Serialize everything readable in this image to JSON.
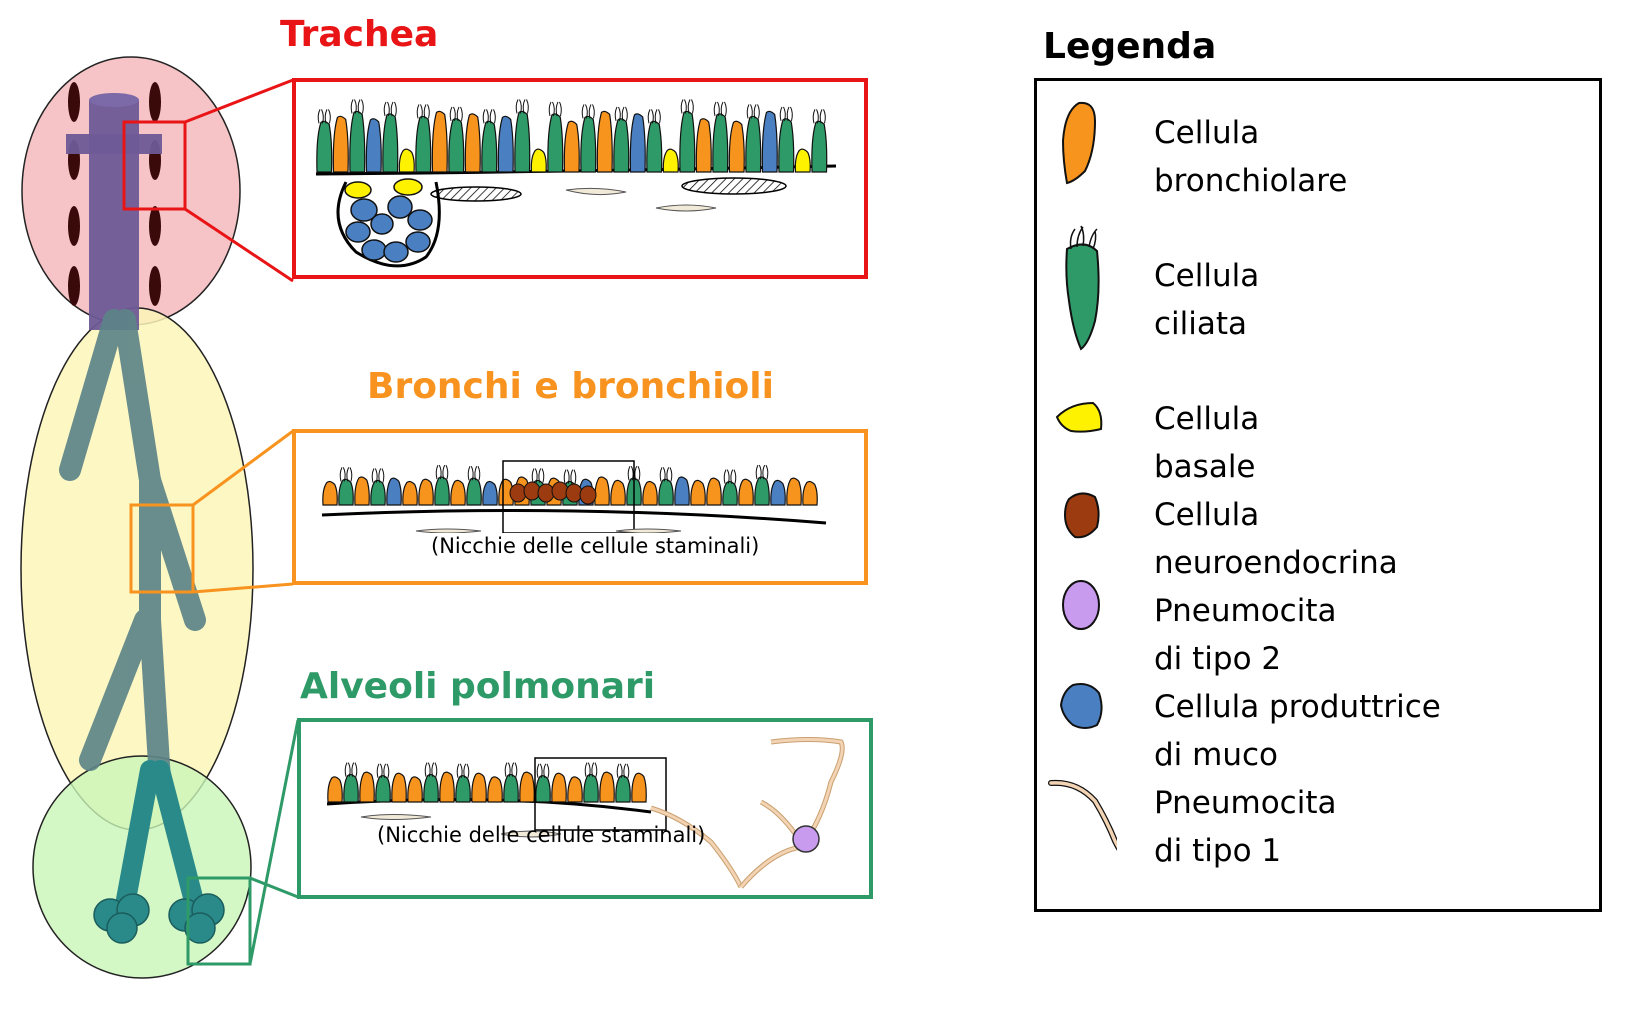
{
  "colors": {
    "trachea": "#e81416",
    "bronchi": "#f7931e",
    "alveoli": "#2e9a68",
    "bronchiolar_cell": "#f7941d",
    "ciliated_cell": "#2e9a68",
    "basal_cell": "#fef200",
    "neuroendocrine_cell": "#9b3b0f",
    "type2_pneumocyte": "#c89bef",
    "mucus_cell": "#4a7fc1",
    "type1_pneumocyte": "#f2d3b3"
  },
  "sections": {
    "trachea": {
      "title": "Trachea"
    },
    "bronchi": {
      "title": "Bronchi e bronchioli",
      "caption": "(Nicchie delle cellule staminali)"
    },
    "alveoli": {
      "title": "Alveoli polmonari",
      "caption": "(Nicchie delle cellule staminali)"
    }
  },
  "legend": {
    "title": "Legenda",
    "items": [
      {
        "icon": "bronchiolar-cell-icon",
        "label": "Cellula\nbronchiolare"
      },
      {
        "icon": "ciliated-cell-icon",
        "label": "Cellula\nciliata"
      },
      {
        "icon": "basal-cell-icon",
        "label": "Cellula\nbasale"
      },
      {
        "icon": "neuroendocrine-cell-icon",
        "label": "Cellula\nneuroendocrina"
      },
      {
        "icon": "type2-pneumocyte-icon",
        "label": "Pneumocita\ndi tipo 2"
      },
      {
        "icon": "mucus-cell-icon",
        "label": "Cellula produttrice\ndi muco"
      },
      {
        "icon": "type1-pneumocyte-icon",
        "label": "Pneumocita\ndi tipo 1"
      }
    ]
  }
}
